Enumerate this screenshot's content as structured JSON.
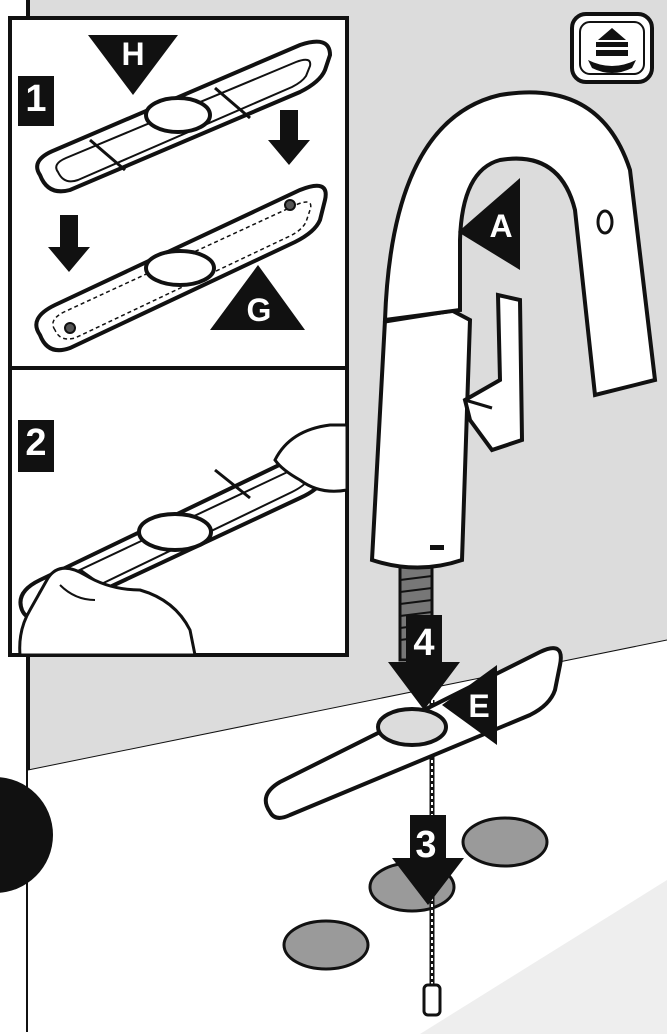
{
  "steps": {
    "step1": "1",
    "step2": "2",
    "step3": "3",
    "step4": "4"
  },
  "callouts": {
    "faucet": "A",
    "deckplate": "E",
    "base_gasket": "G",
    "top_gasket": "H"
  },
  "colors": {
    "background_panel": "#dcdcdc",
    "ink": "#111111",
    "hole_fill": "#9a9a9a",
    "part_fill": "#ffffff"
  },
  "icons": {
    "corner_badge": "faucet-install-icon"
  }
}
